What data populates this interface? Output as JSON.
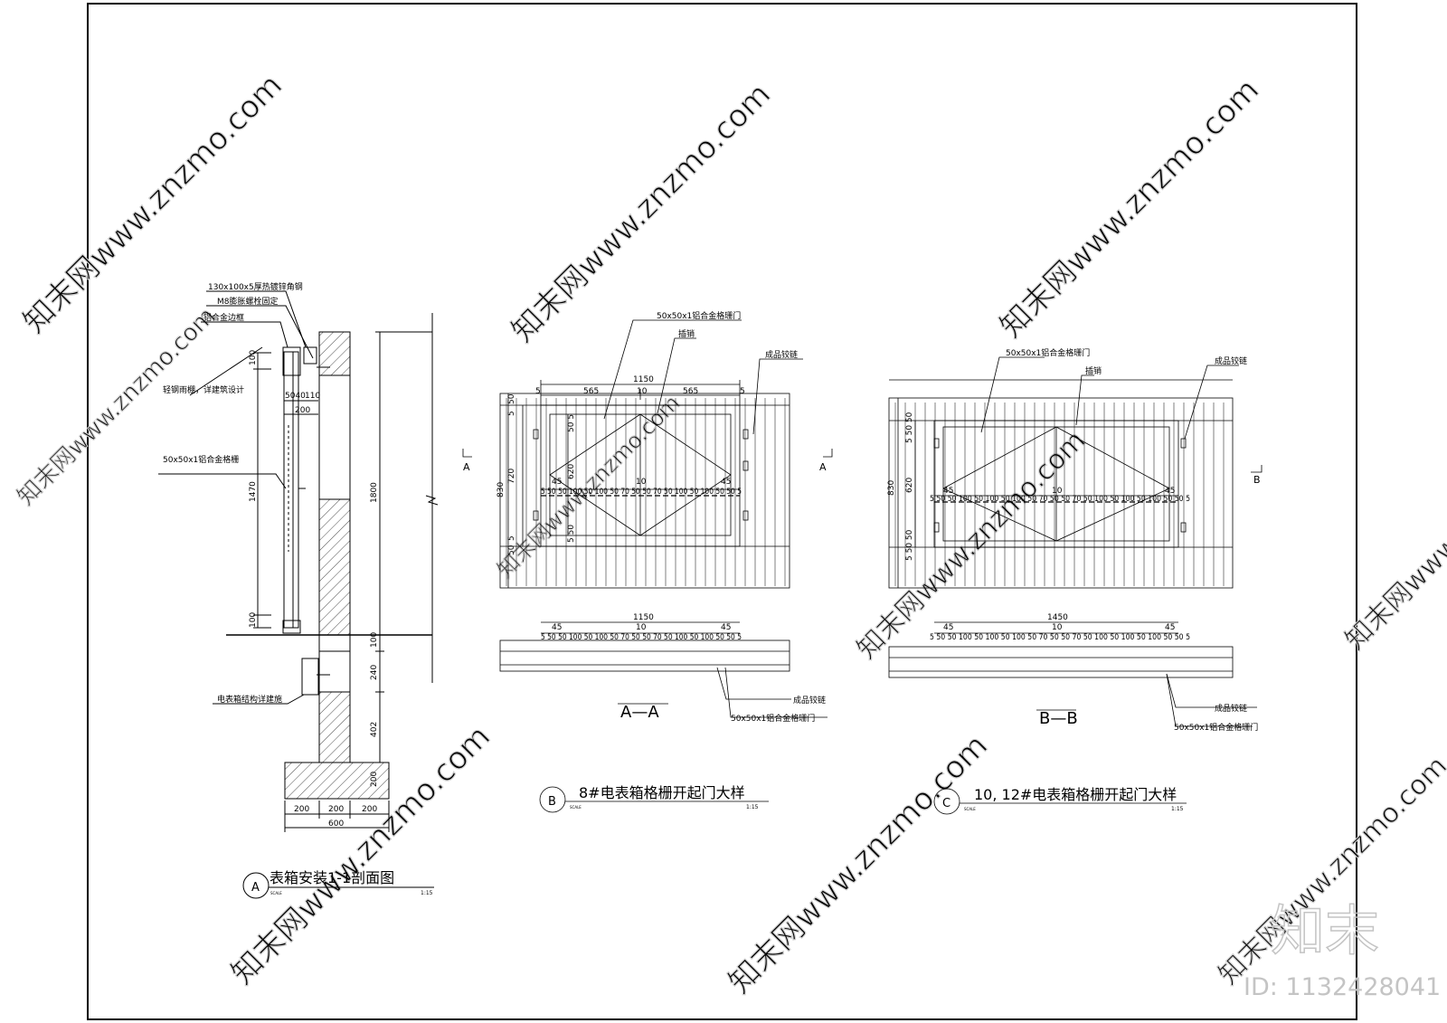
{
  "watermark": {
    "text": "知末网www.znzmo.com",
    "logo": "知末",
    "id": "ID: 1132428041"
  },
  "detail_a": {
    "circle": "A",
    "title": "表箱安装1-1剖面图",
    "scale_word": "SCALE",
    "scale": "1:15",
    "callouts": [
      "130x100x5厚热镀锌角钢",
      "M8膨胀螺栓固定",
      "铝合金边框",
      "轻钢雨棚，详建筑设计",
      "50x50x1铝合金格栅",
      "电表箱结构详建施"
    ],
    "dims": {
      "d100a": "100",
      "d1470": "1470",
      "d100b": "100",
      "d1800": "1800",
      "d5040": "5040",
      "d110": "110",
      "d200": "200",
      "d100c": "100",
      "d240": "240",
      "d402": "402",
      "d200b": "200",
      "f200a": "200",
      "f200b": "200",
      "f200c": "200",
      "f600": "600"
    }
  },
  "detail_b": {
    "circle": "B",
    "title": "8#电表箱格栅开起门大样",
    "scale_word": "SCALE",
    "scale": "1:15",
    "callouts": [
      "50x50x1铝合金格珊门",
      "插销",
      "成品铰链"
    ],
    "section_marks": [
      "A",
      "A"
    ],
    "section_label": "A—A",
    "plan_callouts": [
      "成品铰链",
      "50x50x1铝合金格珊门"
    ],
    "dims": {
      "total": "1150",
      "top_chain": [
        "5",
        "565",
        "10",
        "565",
        "5"
      ],
      "left_chain": [
        "50",
        "5",
        "720",
        "5",
        "50"
      ],
      "overall_h": "830",
      "inner_a": "50 5",
      "inner_h": "620",
      "inner_b": "5 50",
      "slat_chain": "5 50 50 100 50 100 50 70 50 50 70 50 100 50 100 50 50 5",
      "s45a": "45",
      "s10": "10",
      "s45b": "45",
      "plan_total": "1150",
      "p45a": "45",
      "p10": "10",
      "p45b": "45",
      "plan_chain": "5 50 50 100 50 100 50 70 50 50 70 50 100 50 100 50 50 5"
    }
  },
  "detail_c": {
    "circle": "C",
    "title": "10, 12#电表箱格栅开起门大样",
    "scale_word": "SCALE",
    "scale": "1:15",
    "callouts": [
      "50x50x1铝合金格珊门",
      "插销",
      "成品铰链"
    ],
    "section_mark": "B",
    "section_label": "B—B",
    "plan_callouts": [
      "成品铰链",
      "50x50x1铝合金格珊门"
    ],
    "dims": {
      "overall_h": "830",
      "inner_h": "620",
      "top_chain": "5 50 50",
      "bot_chain": "5 50 50",
      "s45a": "45",
      "s10": "10",
      "s45b": "45",
      "slat_chain": "5 50 50 100 50 100 50 100 50 70 50 50 70 50 100 50 100 50 100 50 50 5",
      "plan_total": "1450",
      "p45a": "45",
      "p10": "10",
      "p45b": "45",
      "plan_chain": "5 50 50 100 50 100 50 100 50 70 50 50 70 50 100 50 100 50 100 50 50 5"
    }
  }
}
